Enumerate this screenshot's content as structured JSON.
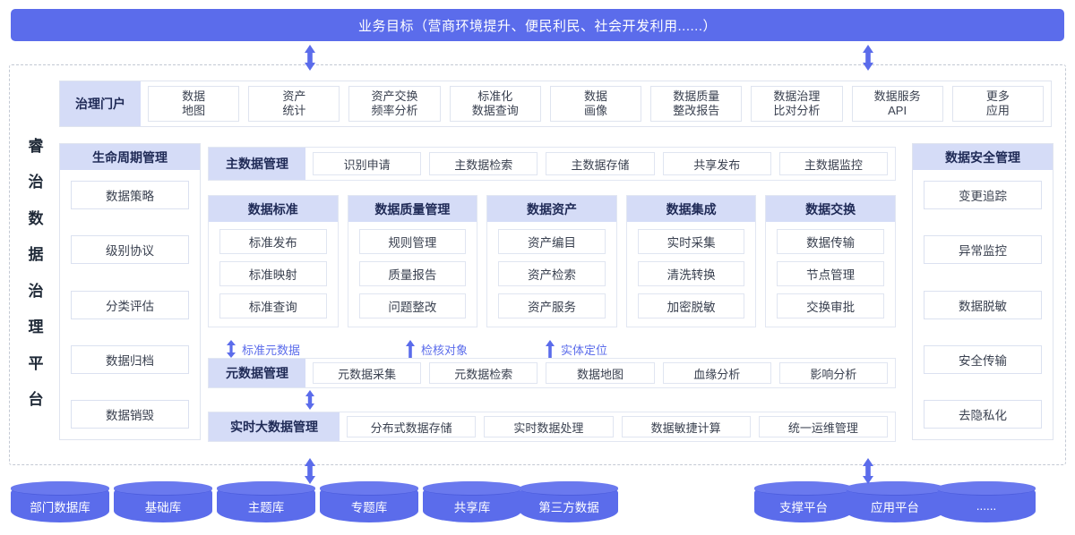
{
  "banner": {
    "title": "业务目标（营商环境提升、便民利民、社会开发利用......）"
  },
  "platform": {
    "vertical_title_chars": [
      "睿",
      "治",
      "数",
      "据",
      "治",
      "理",
      "平",
      "台"
    ]
  },
  "portal": {
    "label": "治理门户",
    "items": [
      "数据\n地图",
      "资产\n统计",
      "资产交换\n频率分析",
      "标准化\n数据查询",
      "数据\n画像",
      "数据质量\n整改报告",
      "数据治理\n比对分析",
      "数据服务\nAPI",
      "更多\n应用"
    ]
  },
  "lifecycle": {
    "title": "生命周期管理",
    "items": [
      "数据策略",
      "级别协议",
      "分类评估",
      "数据归档",
      "数据销毁"
    ]
  },
  "security": {
    "title": "数据安全管理",
    "items": [
      "变更追踪",
      "异常监控",
      "数据脱敏",
      "安全传输",
      "去隐私化"
    ]
  },
  "master_data": {
    "label": "主数据管理",
    "items": [
      "识别申请",
      "主数据检索",
      "主数据存储",
      "共享发布",
      "主数据监控"
    ]
  },
  "domains": [
    {
      "title": "数据标准",
      "items": [
        "标准发布",
        "标准映射",
        "标准查询"
      ]
    },
    {
      "title": "数据质量管理",
      "items": [
        "规则管理",
        "质量报告",
        "问题整改"
      ]
    },
    {
      "title": "数据资产",
      "items": [
        "资产编目",
        "资产检索",
        "资产服务"
      ]
    },
    {
      "title": "数据集成",
      "items": [
        "实时采集",
        "清洗转换",
        "加密脱敏"
      ]
    },
    {
      "title": "数据交换",
      "items": [
        "数据传输",
        "节点管理",
        "交换审批"
      ]
    }
  ],
  "flow_labels": [
    {
      "text": "标准元数据",
      "arrow": "double"
    },
    {
      "text": "检核对象",
      "arrow": "up"
    },
    {
      "text": "实体定位",
      "arrow": "up"
    }
  ],
  "metadata": {
    "label": "元数据管理",
    "items": [
      "元数据采集",
      "元数据检索",
      "数据地图",
      "血缘分析",
      "影响分析"
    ]
  },
  "bigdata": {
    "label": "实时大数据管理",
    "items": [
      "分布式数据存储",
      "实时数据处理",
      "数据敏捷计算",
      "统一运维管理"
    ]
  },
  "databases_left": [
    "部门数据库",
    "基础库",
    "主题库",
    "专题库",
    "共享库",
    "第三方数据"
  ],
  "databases_right": [
    "支撑平台",
    "应用平台",
    "......"
  ],
  "colors": {
    "accent": "#5b6ceb",
    "header_fill": "#d5dcf7",
    "header_text": "#1f2a56",
    "cell_border": "#dfe4ef",
    "body_text": "#3a4150",
    "frame_dash": "#c3c9d4"
  }
}
